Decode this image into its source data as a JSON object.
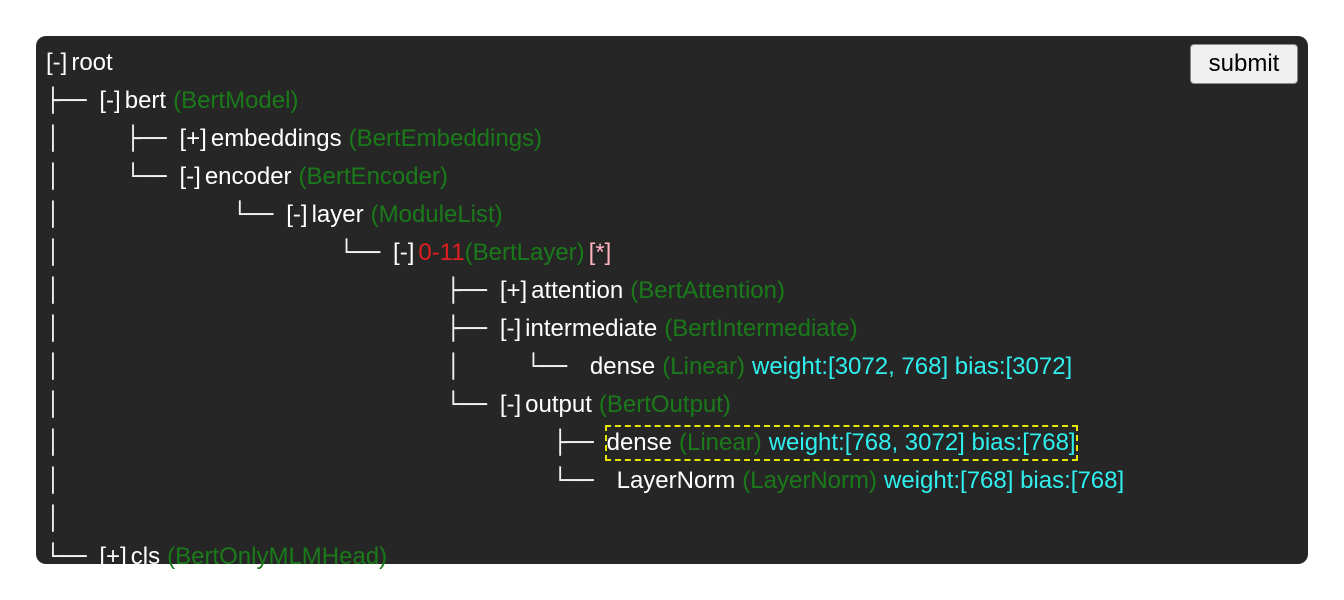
{
  "submit_label": "submit",
  "tree": [
    {
      "prefix": "",
      "toggle": "[-]",
      "name": "root"
    },
    {
      "prefix": "├── ",
      "toggle": "[-]",
      "name": "bert",
      "cls": "(BertModel)"
    },
    {
      "prefix": "│     ├── ",
      "toggle": "[+]",
      "name": "embeddings",
      "cls": "(BertEmbeddings)"
    },
    {
      "prefix": "│     └── ",
      "toggle": "[-]",
      "name": "encoder",
      "cls": "(BertEncoder)"
    },
    {
      "prefix": "│             └── ",
      "toggle": "[-]",
      "name": "layer",
      "cls": "(ModuleList)"
    },
    {
      "prefix": "│                     └── ",
      "toggle": "[-]",
      "range": "0-11",
      "cls": "(BertLayer)",
      "marker": "[*]"
    },
    {
      "prefix": "│                             ├── ",
      "toggle": "[+]",
      "name": "attention",
      "cls": "(BertAttention)"
    },
    {
      "prefix": "│                             ├── ",
      "toggle": "[-]",
      "name": "intermediate",
      "cls": "(BertIntermediate)"
    },
    {
      "prefix": "│                             │     └── ",
      "name": "dense",
      "cls": "(Linear)",
      "shape": "weight:[3072, 768] bias:[3072]"
    },
    {
      "prefix": "│                             └── ",
      "toggle": "[-]",
      "name": "output",
      "cls": "(BertOutput)"
    },
    {
      "prefix": "│                                     ├── ",
      "name": "dense",
      "cls": "(Linear)",
      "shape": "weight:[768, 3072] bias:[768]",
      "highlight": true
    },
    {
      "prefix": "│                                     └── ",
      "name": "LayerNorm",
      "cls": "(LayerNorm)",
      "shape": "weight:[768] bias:[768]"
    },
    {
      "prefix": "│",
      "blank": true
    },
    {
      "prefix": "└── ",
      "toggle": "[+]",
      "name": "cls",
      "cls": "(BertOnlyMLMHead)"
    }
  ]
}
